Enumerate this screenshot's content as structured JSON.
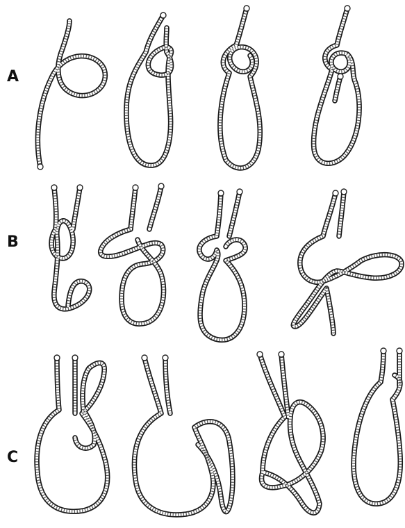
{
  "rows": [
    {
      "label": "A"
    },
    {
      "label": "B"
    },
    {
      "label": "C"
    }
  ],
  "colors": {
    "rope_outline": "#1a1a1a",
    "rope_fill": "#ffffff",
    "rope_twist": "#555555",
    "background": "#ffffff"
  }
}
